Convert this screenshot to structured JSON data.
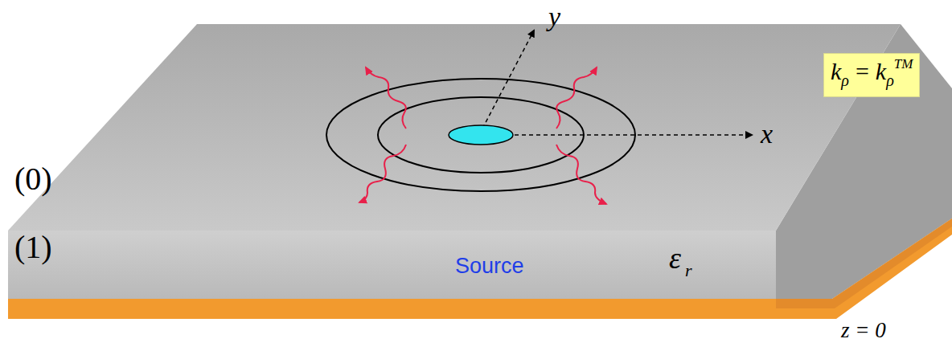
{
  "diagram": {
    "nodes": [
      {
        "text": [
          "k",
          "ρ",
          "=",
          "k",
          "ρ",
          "TM"
        ]
      }
    ],
    "labels": [
      "y",
      "x",
      "(0)",
      "(1)",
      "Source",
      "ε",
      "r",
      "z = 0"
    ]
  }
}
